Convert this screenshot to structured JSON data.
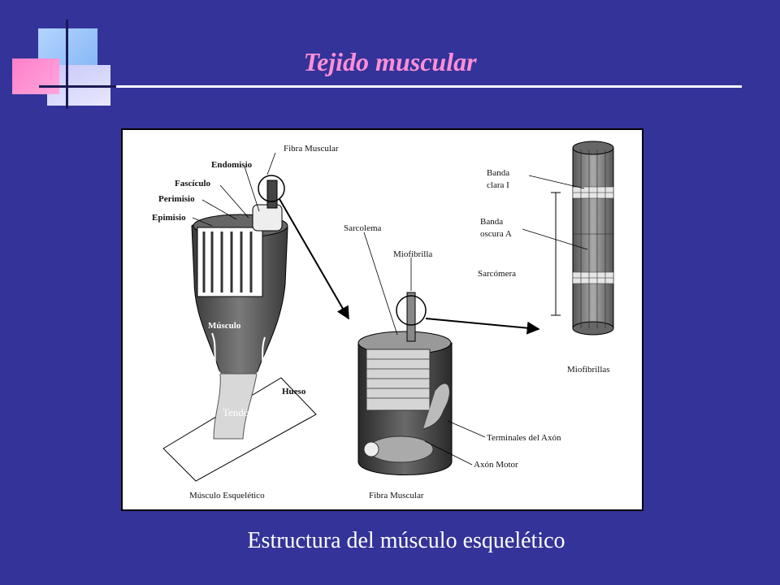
{
  "slide": {
    "title": "Tejido muscular",
    "caption": "Estructura del músculo esquelético"
  },
  "diagram": {
    "labels": {
      "fibra_muscular_top": "Fibra Muscular",
      "endomisio": "Endomisio",
      "fasciculo": "Fascículo",
      "perimisio": "Perimisio",
      "epimisio": "Epimisio",
      "musculo": "Músculo",
      "tendon": "Tendón",
      "hueso": "Hueso",
      "musculo_esqueletico": "Músculo Esquelético",
      "sarcolema": "Sarcolema",
      "miofibrilla": "Miofibrilla",
      "fibra_muscular_bottom": "Fibra Muscular",
      "terminales_axon": "Terminales del Axón",
      "axon_motor": "Axón Motor",
      "banda_clara_1": "Banda",
      "banda_clara_2": "clara I",
      "banda_oscura_1": "Banda",
      "banda_oscura_2": "oscura A",
      "sarcomera": "Sarcómera",
      "miofibrillas": "Miofibrillas"
    }
  }
}
